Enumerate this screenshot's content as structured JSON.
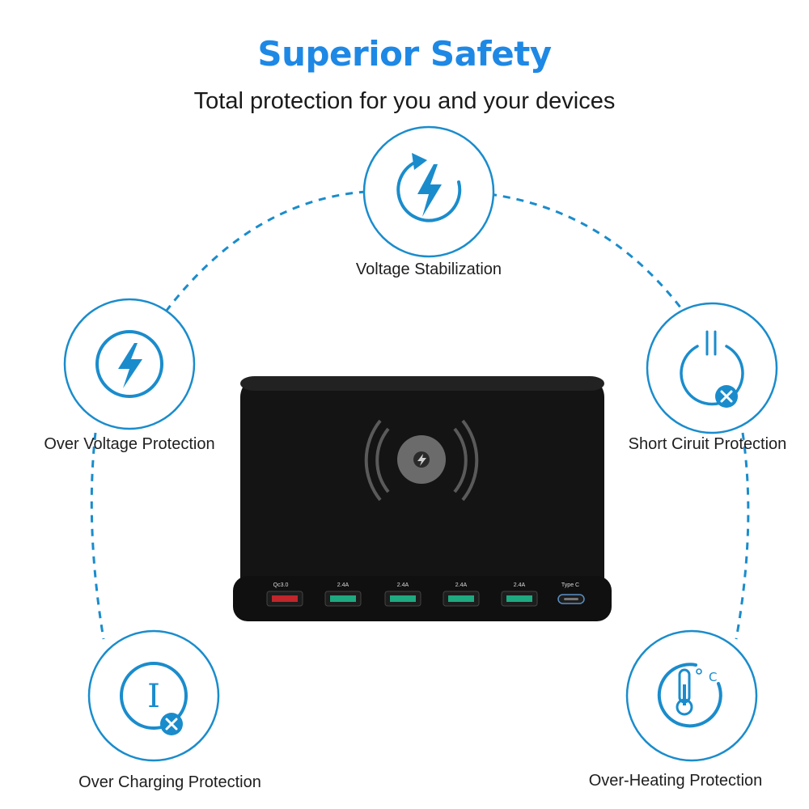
{
  "header": {
    "title": "Superior Safety",
    "subtitle": "Total protection for you and your devices"
  },
  "colors": {
    "accent": "#1e88e5",
    "ring": "#1a8ccc",
    "device": "#141414"
  },
  "features": [
    {
      "label": "Voltage Stabilization",
      "icon": "refresh-bolt-icon"
    },
    {
      "label": "Over Voltage Protection",
      "icon": "bolt-icon"
    },
    {
      "label": "Short Ciruit Protection",
      "icon": "power-off-icon"
    },
    {
      "label": "Over Charging Protection",
      "icon": "current-off-icon"
    },
    {
      "label": "Over-Heating Protection",
      "icon": "thermometer-icon"
    }
  ],
  "device": {
    "ports": [
      {
        "label": "Qc3.0",
        "type": "qc-usb-port"
      },
      {
        "label": "2.4A",
        "type": "usb-port"
      },
      {
        "label": "2.4A",
        "type": "usb-port"
      },
      {
        "label": "2.4A",
        "type": "usb-port"
      },
      {
        "label": "2.4A",
        "type": "usb-port"
      },
      {
        "label": "Type C",
        "type": "type-c-port"
      }
    ]
  }
}
